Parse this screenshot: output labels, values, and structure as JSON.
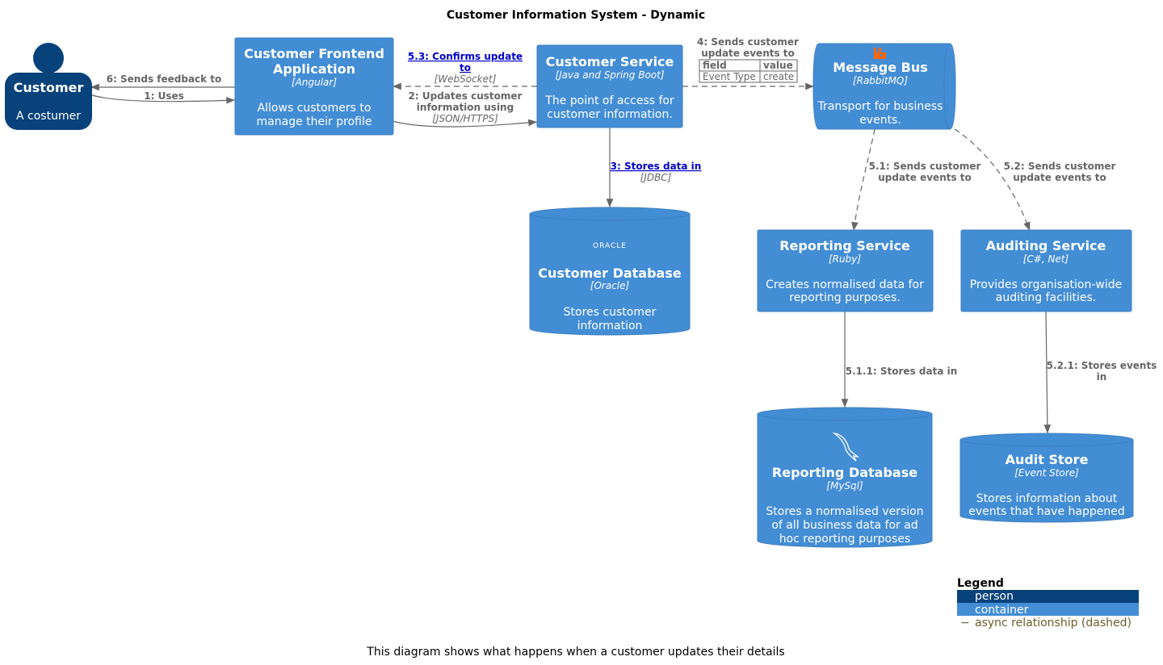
{
  "title": "Customer Information System - Dynamic",
  "footer": "This diagram shows what happens when a customer updates their details",
  "colors": {
    "person": "#08427b",
    "container": "#438dd5",
    "edge": "#666666",
    "link": "#0000cc",
    "rabbitmq": "#ff6600"
  },
  "nodes": {
    "customer": {
      "title": "Customer",
      "desc": "A costumer",
      "icon": "person-icon"
    },
    "frontend": {
      "title_l1": "Customer Frontend",
      "title_l2": "Application",
      "tech": "[Angular]",
      "desc_l1": "Allows customers to",
      "desc_l2": "manage their profile"
    },
    "service": {
      "title": "Customer Service",
      "tech": "[Java and Spring Boot]",
      "desc_l1": "The point of access for",
      "desc_l2": "customer information."
    },
    "bus": {
      "title": "Message Bus",
      "tech": "[RabbitMQ]",
      "desc_l1": "Transport for business",
      "desc_l2": "events.",
      "icon": "rabbitmq-icon"
    },
    "customer_db": {
      "logo": "ORACLE",
      "title": "Customer Database",
      "tech": "[Oracle]",
      "desc_l1": "Stores customer",
      "desc_l2": "information",
      "icon": "oracle-logo"
    },
    "reporting": {
      "title": "Reporting Service",
      "tech": "[Ruby]",
      "desc_l1": "Creates normalised data for",
      "desc_l2": "reporting purposes."
    },
    "auditing": {
      "title": "Auditing Service",
      "tech": "[C#, Net]",
      "desc_l1": "Provides organisation-wide",
      "desc_l2": "auditing facilities."
    },
    "reporting_db": {
      "title": "Reporting Database",
      "tech": "[MySql]",
      "desc_l1": "Stores a normalised version",
      "desc_l2": "of all business data for ad",
      "desc_l3": "hoc reporting purposes",
      "icon": "mysql-dolphin-icon"
    },
    "audit_store": {
      "title": "Audit Store",
      "tech": "[Event Store]",
      "desc_l1": "Stores information about",
      "desc_l2": "events that have happened"
    }
  },
  "relations": {
    "r1": {
      "label": "1: Uses"
    },
    "r2": {
      "label_l1": "2: Updates customer",
      "label_l2": "information using",
      "tech": "[JSON/HTTPS]"
    },
    "r3": {
      "label": "3: Stores data in",
      "tech": "[JDBC]"
    },
    "r4": {
      "label_l1": "4: Sends customer",
      "label_l2": "update events to",
      "table": {
        "headers": [
          "field",
          "value"
        ],
        "rows": [
          [
            "Event Type",
            "create"
          ]
        ]
      }
    },
    "r51": {
      "label_l1": "5.1: Sends customer",
      "label_l2": "update events to"
    },
    "r52": {
      "label_l1": "5.2: Sends customer",
      "label_l2": "update events to"
    },
    "r53": {
      "label_l1": "5.3: Confirms update",
      "label_l2": "to",
      "tech": "[WebSocket]"
    },
    "r511": {
      "label": "5.1.1: Stores data in"
    },
    "r521": {
      "label_l1": "5.2.1: Stores events",
      "label_l2": "in"
    },
    "r6": {
      "label": "6: Sends feedback to"
    }
  },
  "legend": {
    "title": "Legend",
    "items": [
      {
        "label": "person",
        "color": "#08427b"
      },
      {
        "label": "container",
        "color": "#438dd5"
      },
      {
        "label": "async relationship (dashed)",
        "symbol": "−"
      }
    ]
  }
}
